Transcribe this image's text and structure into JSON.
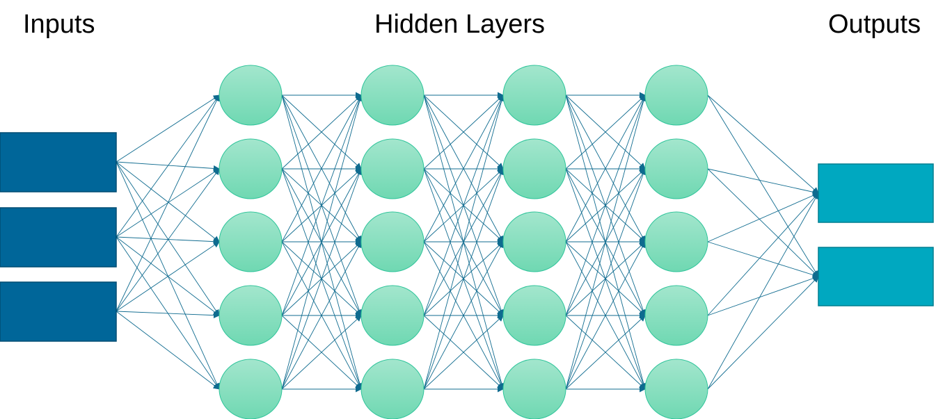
{
  "labels": {
    "inputs": "Inputs",
    "hidden": "Hidden Layers",
    "outputs": "Outputs"
  },
  "network": {
    "input_nodes": 3,
    "hidden_layers": [
      5,
      5,
      5,
      5
    ],
    "output_nodes": 2,
    "fully_connected": true
  },
  "colors": {
    "input_fill": "#006699",
    "input_stroke": "#004d73",
    "hidden_fill_top": "#a3e6cd",
    "hidden_fill_bottom": "#6fd8b2",
    "hidden_stroke": "#2ec49a",
    "output_fill": "#00a8c0",
    "output_stroke": "#007f91",
    "edge": "#0f6b8f"
  }
}
